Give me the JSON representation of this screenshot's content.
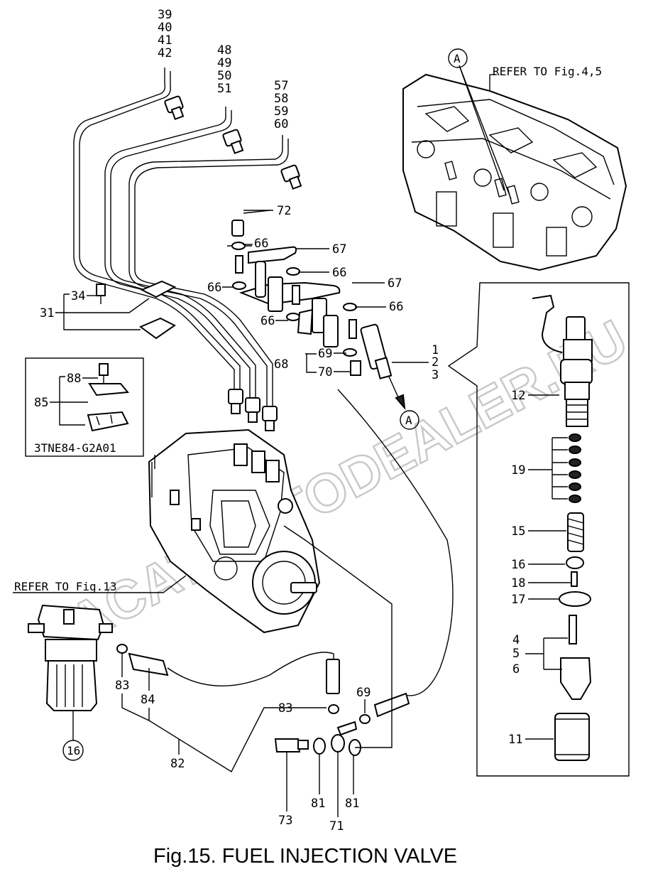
{
  "title": "Fig.15.  FUEL INJECTION VALVE",
  "refer_fig_4_5": "REFER TO Fig.4,5",
  "refer_fig_13": "REFER TO Fig.13",
  "inset_code": "3TNE84-G2A01",
  "watermark": "ACAT.AUTODEALER.RU",
  "callout_a": "A",
  "circled_16": "16",
  "labels": {
    "l39": "39",
    "l40": "40",
    "l41": "41",
    "l42": "42",
    "l48": "48",
    "l49": "49",
    "l50": "50",
    "l51": "51",
    "l57": "57",
    "l58": "58",
    "l59": "59",
    "l60": "60",
    "l72": "72",
    "l66": "66",
    "l67": "67",
    "l68": "68",
    "l69": "69",
    "l70": "70",
    "l1": "1",
    "l2": "2",
    "l3": "3",
    "l34": "34",
    "l31": "31",
    "l88": "88",
    "l85": "85",
    "l12": "12",
    "l19": "19",
    "l15": "15",
    "l16": "16",
    "l18": "18",
    "l17": "17",
    "l4": "4",
    "l5": "5",
    "l6": "6",
    "l11": "11",
    "l83": "83",
    "l84": "84",
    "l82": "82",
    "l73": "73",
    "l81": "81",
    "l71": "71"
  }
}
